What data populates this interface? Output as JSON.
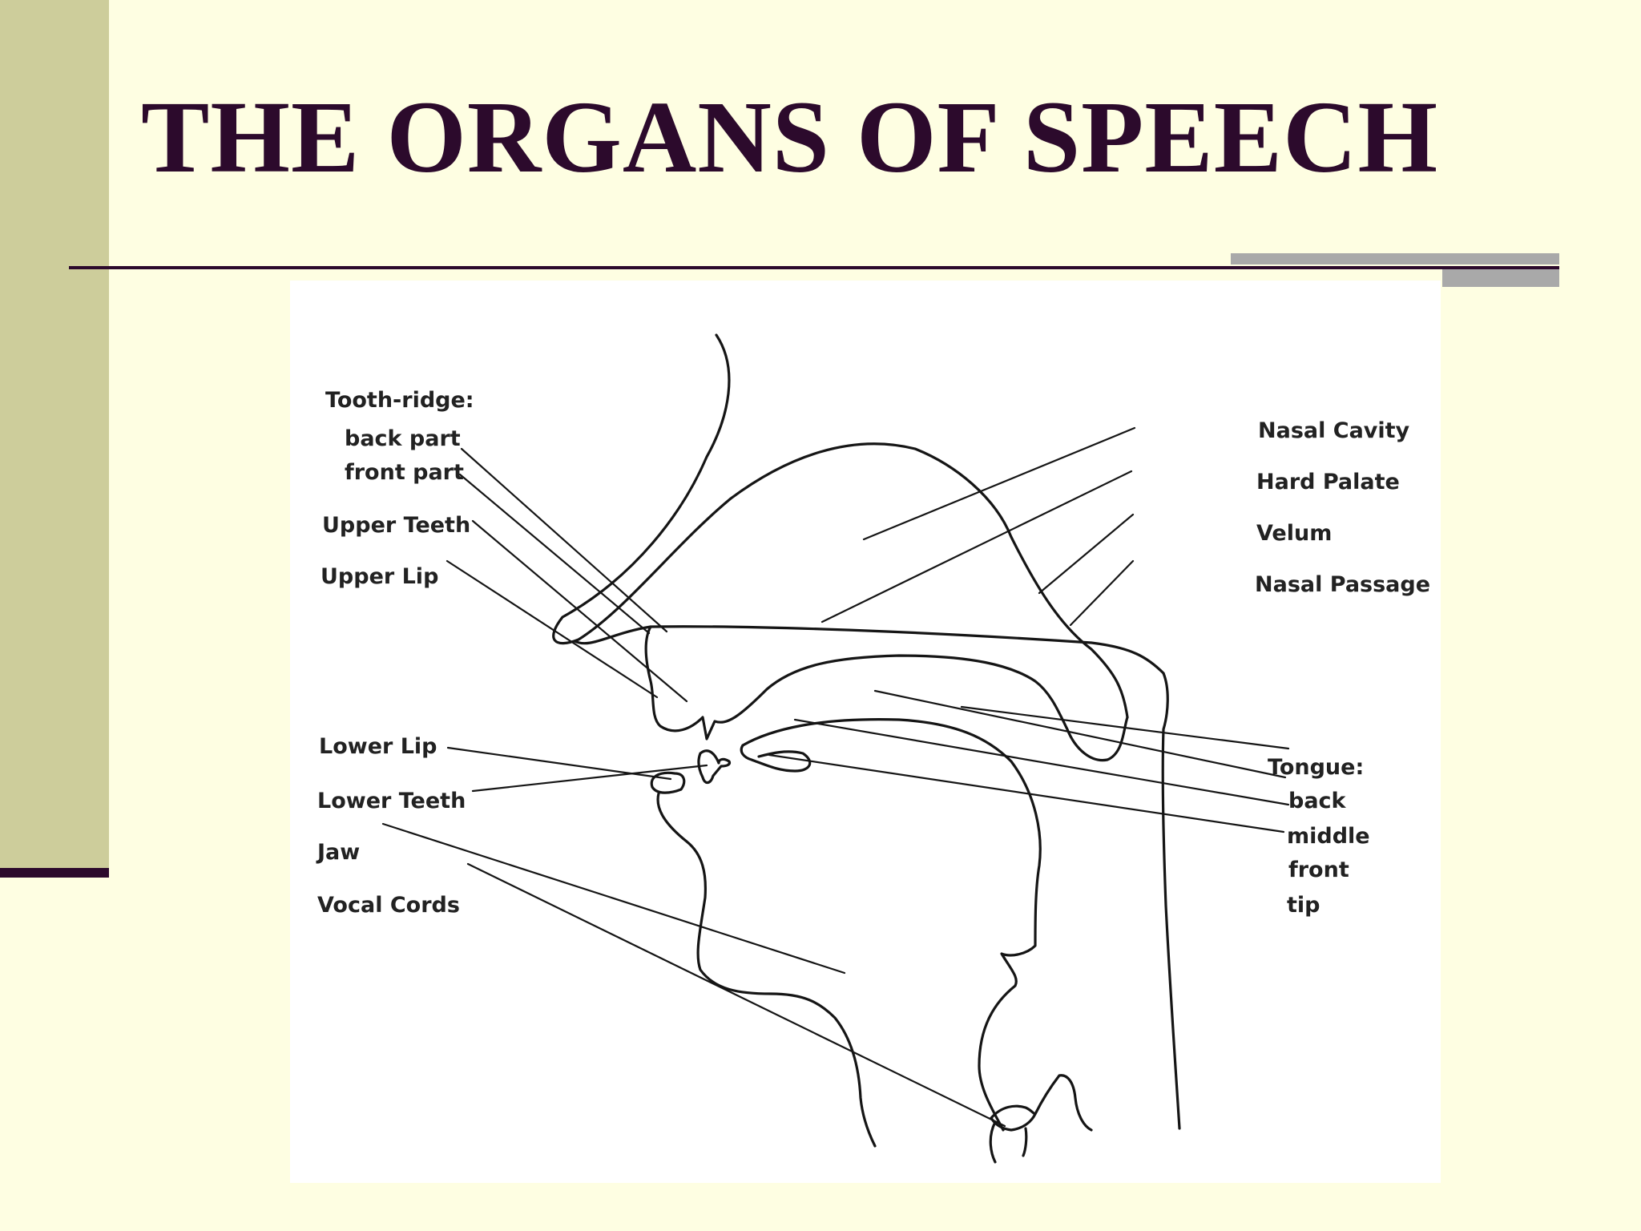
{
  "slide": {
    "title": "THE ORGANS OF SPEECH",
    "colors": {
      "background": "#fefee2",
      "side_band": "#cdcd9b",
      "accent": "#2c0a2c",
      "gray_bar": "#a9a9a9"
    }
  },
  "diagram": {
    "labels": {
      "tooth_ridge": "Tooth-ridge:",
      "back_part": "back part",
      "front_part": "front part",
      "upper_teeth": "Upper Teeth",
      "upper_lip": "Upper Lip",
      "lower_lip": "Lower Lip",
      "lower_teeth": "Lower Teeth",
      "jaw": "Jaw",
      "vocal_cords": "Vocal Cords",
      "nasal_cavity": "Nasal Cavity",
      "hard_palate": "Hard Palate",
      "velum": "Velum",
      "nasal_passage": "Nasal Passage",
      "tongue": "Tongue:",
      "tongue_back": "back",
      "tongue_middle": "middle",
      "tongue_front": "front",
      "tongue_tip": "tip"
    }
  }
}
